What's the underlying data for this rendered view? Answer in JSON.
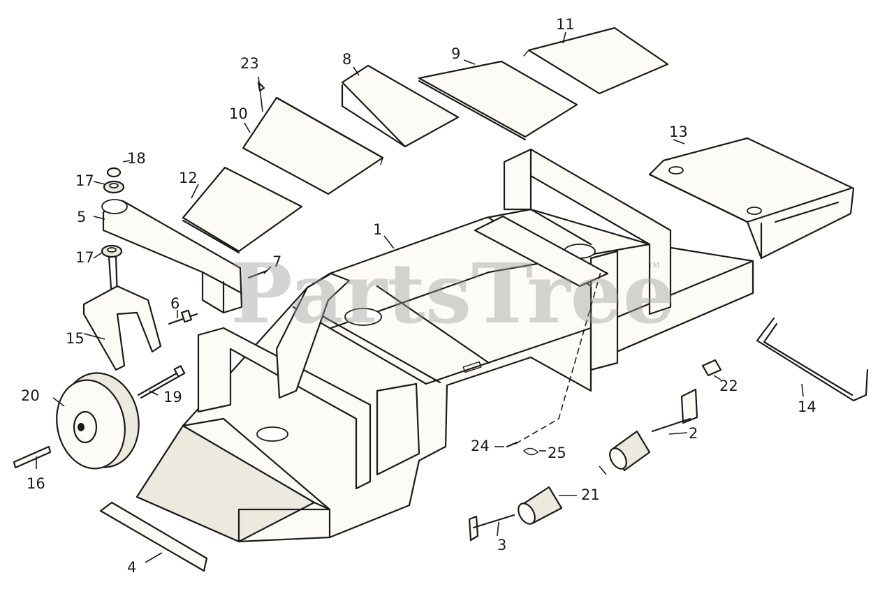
{
  "watermark": {
    "text": "PartsTree",
    "trademark": "TM"
  },
  "callouts": {
    "c1": "1",
    "c2": "2",
    "c3": "3",
    "c4": "4",
    "c5": "5",
    "c6": "6",
    "c7": "7",
    "c8": "8",
    "c9": "9",
    "c10": "10",
    "c11": "11",
    "c12": "12",
    "c13": "13",
    "c14": "14",
    "c15": "15",
    "c16": "16",
    "c17a": "17",
    "c17b": "17",
    "c18": "18",
    "c19": "19",
    "c20": "20",
    "c21": "21",
    "c22": "22",
    "c23": "23",
    "c24": "24",
    "c25": "25"
  }
}
